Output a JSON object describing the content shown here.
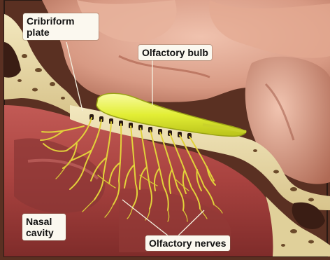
{
  "labels": {
    "cribriform_plate": "Cribriform\nplate",
    "olfactory_bulb": "Olfactory bulb",
    "nasal_cavity": "Nasal\ncavity",
    "olfactory_nerves": "Olfactory nerves"
  },
  "colors": {
    "bone": "#e9dcae",
    "bone_pores": "#6b4a2a",
    "brain_tissue": "#d8a08a",
    "nasal_mucosa": "#b8504e",
    "nasal_cavity_dark": "#7a2e2c",
    "olfactory_bulb": "#e6ef3a",
    "nerves": "#e2d23a",
    "background_dark": "#4a2a1e"
  }
}
